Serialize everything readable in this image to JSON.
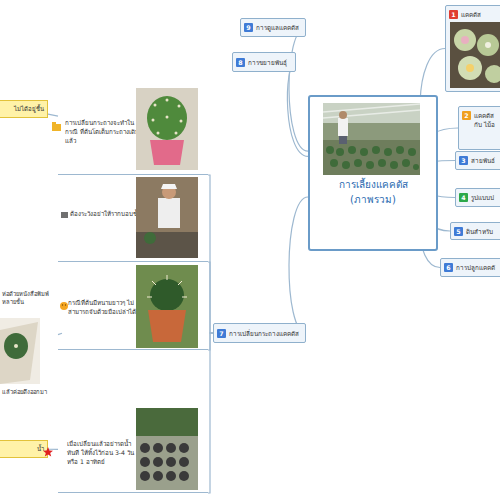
{
  "diagram": {
    "nodes": [
      {
        "text": [
          "การเลี้ยงแคคตัส (ภาพรวม)"
        ]
      },
      {
        "text": [
          "1",
          "แคคตัส"
        ]
      },
      {
        "text": [
          "2",
          "แคคตัส กับ ไม้อ"
        ]
      },
      {
        "text": [
          "3",
          "สายพันธ์"
        ]
      },
      {
        "text": [
          "4",
          "รูปแบบป"
        ]
      },
      {
        "text": [
          "5",
          "ดินสำหรับ"
        ]
      },
      {
        "text": [
          "6",
          "การปลูกแคคตั"
        ]
      },
      {
        "text": [
          "9",
          "การดูแลแคคตัส"
        ]
      },
      {
        "text": [
          "8",
          "การขยายพันธุ์"
        ]
      },
      {
        "text": [
          "7",
          "การเปลี่ยนกระถางแคคตัส"
        ]
      },
      {
        "text": [
          "การเปลี่ยนกระถางจะทำในกรณี ที่ต้นโตเต็มกระถางเดิมแล้ว"
        ]
      },
      {
        "text": [
          "ต้องระวังอย่าให้รากบอบช้ำ"
        ]
      },
      {
        "text": [
          "กรณีที่ต้นมีหนามยาวๆ ไม่สามารถจับด้วยมือเปล่าได้"
        ]
      },
      {
        "text": [
          "เมื่อเปลี่ยนแล้วอย่ารดน้ำทันที ให้ทิ้งไว้ก่อน 3-4 วัน หรือ 1 อาทิตย์"
        ]
      },
      {
        "text": [
          "ไม่ได้อยู่ชื้น"
        ]
      },
      {
        "text": [
          "ห่อด้วยหนังสือพิมพ์หลายชั้น",
          "แล้วค่อยดึงออกมา"
        ]
      },
      {
        "text": [
          "น้ำ"
        ]
      }
    ],
    "edges": [
      {
        "from": 0,
        "to": 1,
        "arrow": "none"
      },
      {
        "from": 0,
        "to": 2,
        "arrow": "none"
      },
      {
        "from": 0,
        "to": 3,
        "arrow": "none"
      },
      {
        "from": 0,
        "to": 4,
        "arrow": "none"
      },
      {
        "from": 0,
        "to": 5,
        "arrow": "none"
      },
      {
        "from": 0,
        "to": 6,
        "arrow": "none"
      },
      {
        "from": 0,
        "to": 7,
        "arrow": "none"
      },
      {
        "from": 0,
        "to": 8,
        "arrow": "none"
      },
      {
        "from": 0,
        "to": 9,
        "arrow": "none"
      },
      {
        "from": 9,
        "to": 10,
        "arrow": "none"
      },
      {
        "from": 9,
        "to": 11,
        "arrow": "none"
      },
      {
        "from": 9,
        "to": 12,
        "arrow": "none"
      },
      {
        "from": 9,
        "to": 13,
        "arrow": "none"
      },
      {
        "from": 10,
        "to": 14,
        "arrow": "none"
      },
      {
        "from": 12,
        "to": 15,
        "arrow": "none"
      },
      {
        "from": 13,
        "to": 16,
        "arrow": "none"
      }
    ]
  }
}
